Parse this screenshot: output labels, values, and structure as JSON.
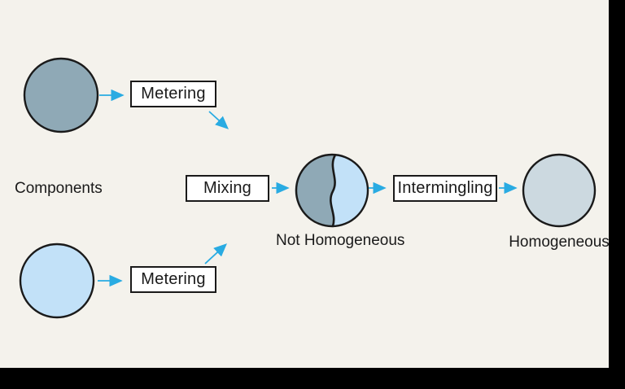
{
  "colors": {
    "background": "#f4f2ec",
    "frame": "#000000",
    "component_a_fill": "#8fa9b6",
    "component_b_fill": "#c2e1f8",
    "homogeneous_fill": "#ccd9e0",
    "arrow": "#29abe2",
    "outline": "#1a1a1a",
    "box_background": "#ffffff"
  },
  "labels": {
    "components": "Components",
    "not_homogeneous": "Not Homogeneous",
    "homogeneous": "Homogeneous"
  },
  "boxes": {
    "metering_top": "Metering",
    "metering_bottom": "Metering",
    "mixing": "Mixing",
    "intermingling": "Intermingling"
  }
}
